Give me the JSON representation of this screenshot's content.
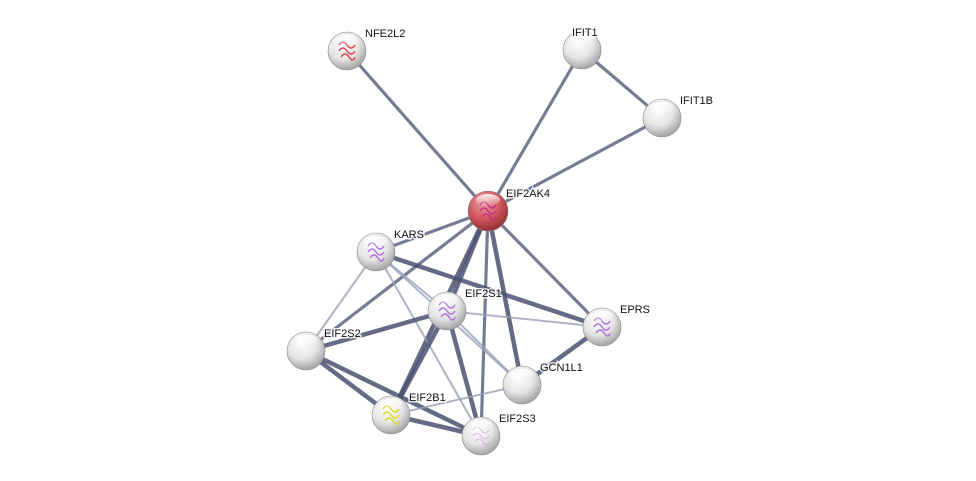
{
  "network": {
    "query_node": "EIF2AK4",
    "colors": {
      "query": "#d0545c",
      "node": "#e8e8e8",
      "edge": "#4a5070",
      "edge_light": "#9aa0b8"
    },
    "nodes": [
      {
        "id": "NFE2L2",
        "structure": "red"
      },
      {
        "id": "IFIT1",
        "structure": "none"
      },
      {
        "id": "IFIT1B",
        "structure": "none"
      },
      {
        "id": "EIF2AK4",
        "structure": "magenta"
      },
      {
        "id": "KARS",
        "structure": "violet"
      },
      {
        "id": "EIF2S1",
        "structure": "violet"
      },
      {
        "id": "EPRS",
        "structure": "violet"
      },
      {
        "id": "EIF2S2",
        "structure": "none"
      },
      {
        "id": "GCN1L1",
        "structure": "none"
      },
      {
        "id": "EIF2B1",
        "structure": "yellow"
      },
      {
        "id": "EIF2S3",
        "structure": "faint"
      }
    ],
    "edges": [
      {
        "a": "NFE2L2",
        "b": "EIF2AK4",
        "strength": "medium"
      },
      {
        "a": "IFIT1",
        "b": "EIF2AK4",
        "strength": "medium"
      },
      {
        "a": "IFIT1",
        "b": "IFIT1B",
        "strength": "medium"
      },
      {
        "a": "IFIT1B",
        "b": "EIF2AK4",
        "strength": "medium"
      },
      {
        "a": "EIF2AK4",
        "b": "KARS",
        "strength": "medium"
      },
      {
        "a": "EIF2AK4",
        "b": "EIF2S1",
        "strength": "strong"
      },
      {
        "a": "EIF2AK4",
        "b": "EPRS",
        "strength": "medium"
      },
      {
        "a": "EIF2AK4",
        "b": "EIF2S2",
        "strength": "medium"
      },
      {
        "a": "EIF2AK4",
        "b": "GCN1L1",
        "strength": "strong"
      },
      {
        "a": "EIF2AK4",
        "b": "EIF2B1",
        "strength": "strong"
      },
      {
        "a": "EIF2AK4",
        "b": "EIF2S3",
        "strength": "medium"
      },
      {
        "a": "KARS",
        "b": "EIF2S1",
        "strength": "light"
      },
      {
        "a": "KARS",
        "b": "EPRS",
        "strength": "strong"
      },
      {
        "a": "KARS",
        "b": "EIF2S2",
        "strength": "light"
      },
      {
        "a": "KARS",
        "b": "GCN1L1",
        "strength": "light"
      },
      {
        "a": "KARS",
        "b": "EIF2S3",
        "strength": "light"
      },
      {
        "a": "EIF2S1",
        "b": "EIF2S2",
        "strength": "strong"
      },
      {
        "a": "EIF2S1",
        "b": "EPRS",
        "strength": "light"
      },
      {
        "a": "EIF2S1",
        "b": "GCN1L1",
        "strength": "light"
      },
      {
        "a": "EIF2S1",
        "b": "EIF2B1",
        "strength": "strong"
      },
      {
        "a": "EIF2S1",
        "b": "EIF2S3",
        "strength": "strong"
      },
      {
        "a": "EIF2S2",
        "b": "EIF2B1",
        "strength": "strong"
      },
      {
        "a": "EIF2S2",
        "b": "EIF2S3",
        "strength": "strong"
      },
      {
        "a": "EIF2B1",
        "b": "EIF2S3",
        "strength": "strong"
      },
      {
        "a": "EIF2B1",
        "b": "GCN1L1",
        "strength": "light"
      },
      {
        "a": "EPRS",
        "b": "GCN1L1",
        "strength": "strong"
      }
    ]
  }
}
